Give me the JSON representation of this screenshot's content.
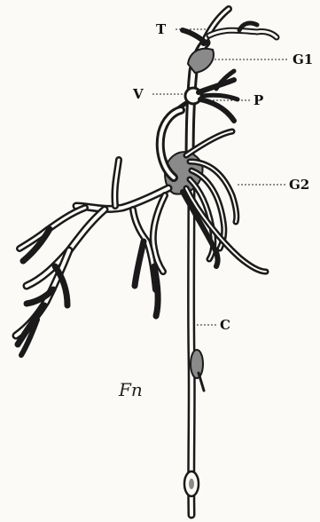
{
  "labels": {
    "t": "T",
    "g1": "G1",
    "v": "V",
    "p": "P",
    "g2": "G2",
    "c": "C"
  },
  "signature": "Fn",
  "colors": {
    "ink": "#1a1a1a",
    "paper": "#fbfaf6",
    "ganglion_shade": "#8a8a8a"
  }
}
